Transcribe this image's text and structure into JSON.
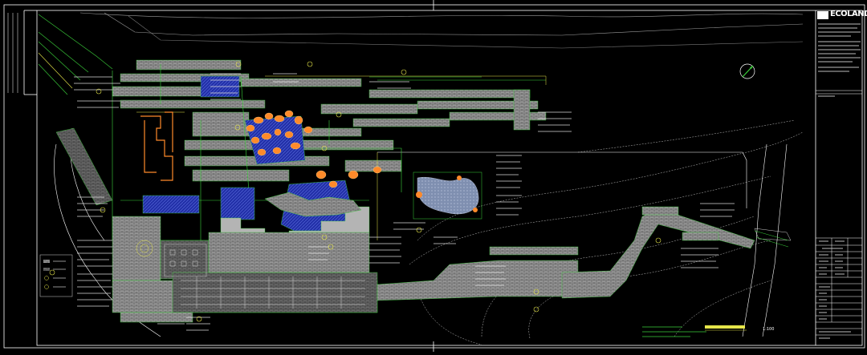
{
  "brand": {
    "logo_text": "ECOLAND"
  },
  "colors": {
    "background": "#000000",
    "frame": "#ffffff",
    "paving": "#a8a8a8",
    "paving_dark": "#6e6e6e",
    "green_line": "#3bd23b",
    "yellow_line": "#e6e64a",
    "orange_line": "#ff8a2a",
    "blue_fill": "#2a3cc8",
    "water_fill": "#9aa7c0",
    "label_text": "#e0e0e0",
    "gray_contour": "#bfbfbf",
    "dark_green": "#1e7a1e"
  },
  "drawing": {
    "scale_note": "1:100"
  },
  "legend": {
    "items": [
      {
        "icon": "hatch-swatch"
      },
      {
        "icon": "hatch-swatch"
      },
      {
        "icon": "circle-swatch"
      },
      {
        "icon": "circle-swatch"
      }
    ]
  }
}
